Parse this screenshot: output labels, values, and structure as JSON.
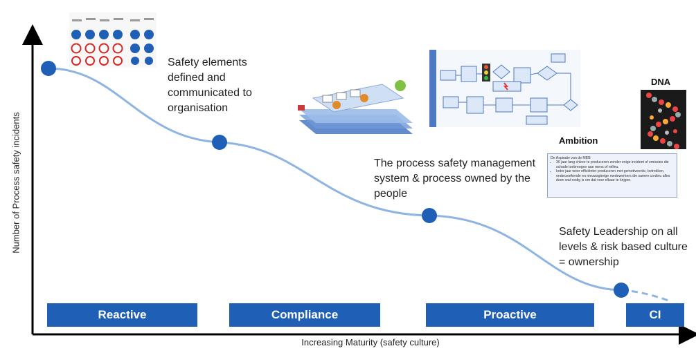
{
  "axes": {
    "y_label": "Number of Process safety incidents",
    "x_label": "Increasing Maturity (safety culture)"
  },
  "stages": [
    {
      "text": "Safety elements defined and communicated to organisation"
    },
    {
      "text": "The process safety management system & process owned by the people"
    },
    {
      "text": "Safety Leadership on all levels & risk based culture = ownership"
    }
  ],
  "phases": [
    {
      "label": "Reactive"
    },
    {
      "label": "Compliance"
    },
    {
      "label": "Proactive"
    },
    {
      "label": "CI"
    }
  ],
  "images": {
    "ambition_title": "Ambition",
    "dna_title": "DNA",
    "ambition_heading": "De Aspiratie van de MEB",
    "ambition_bullets": [
      "30 jaar lang chloor te produceren zonder enige incident of emissies die schade toebrengen aan mens of milieu.",
      "Ieder jaar weer efficiënter produceren met gemotiveerde, betrokken, onderzoekende en nieuwsgierige medewerkers die samen continu alles doen wat nodig is om dat voor elkaar te krijgen."
    ]
  },
  "colors": {
    "curve": "#8db4e2",
    "node": "#1f5fb5",
    "phase_bar": "#1f5fb5",
    "axis": "#000000"
  }
}
